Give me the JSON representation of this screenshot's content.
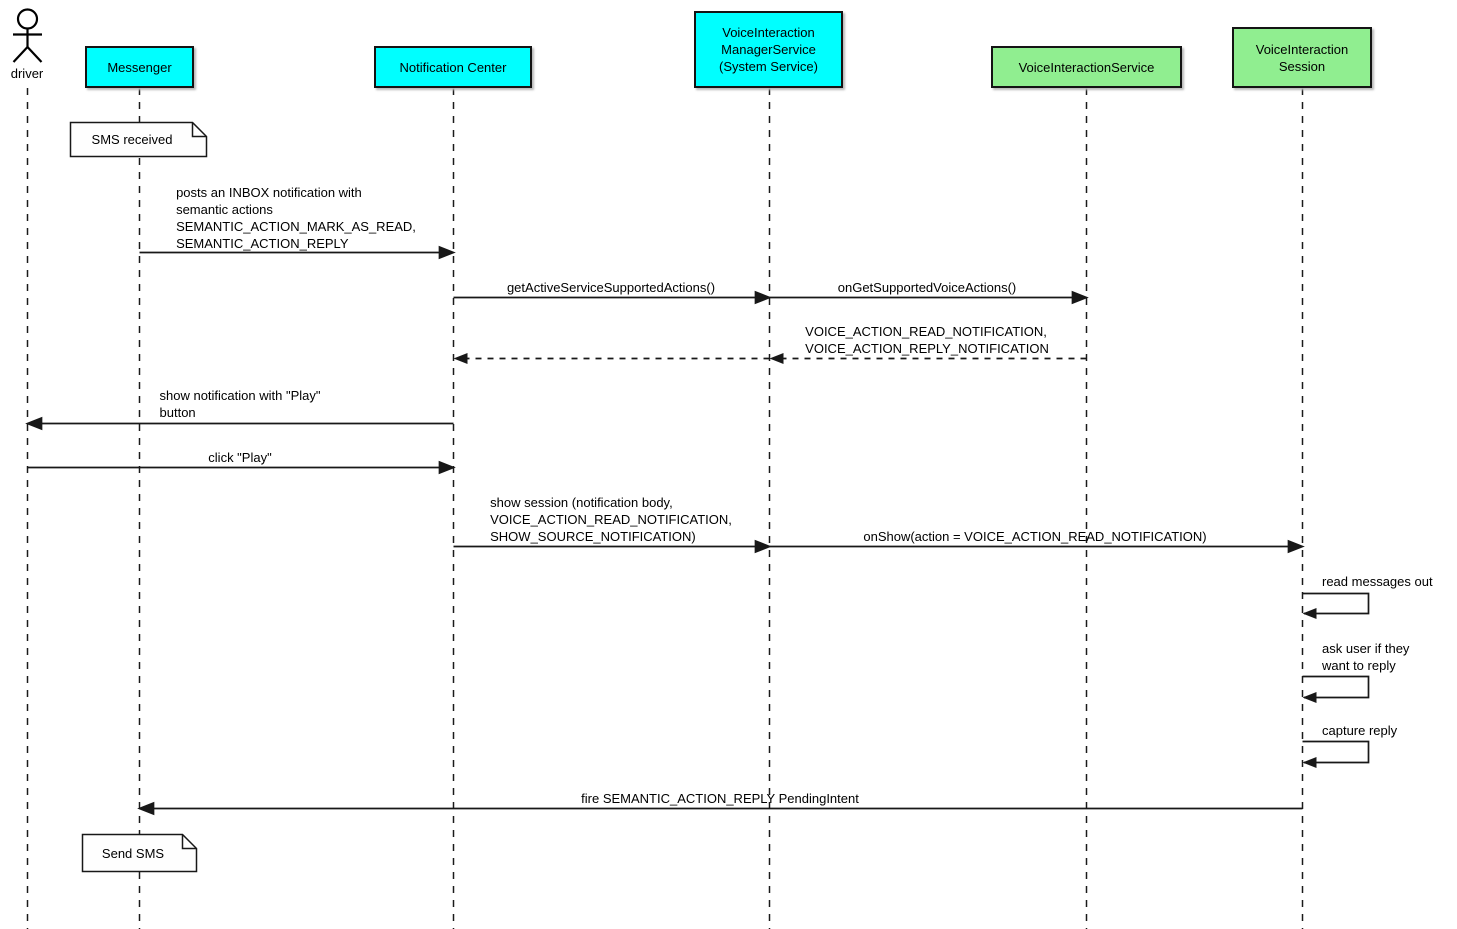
{
  "diagram": {
    "type": "uml-sequence-diagram",
    "colors": {
      "system_participant_fill": "#00ffff",
      "service_participant_fill": "#90ee90",
      "border": "#141414",
      "note_fill": "#fefefe",
      "background": "#ffffff"
    },
    "actor": {
      "label": "driver"
    },
    "participants": [
      {
        "label": "Messenger",
        "kind": "system"
      },
      {
        "label": "Notification Center",
        "kind": "system"
      },
      {
        "label": "VoiceInteraction\nManagerService\n(System Service)",
        "kind": "system"
      },
      {
        "label": "VoiceInteractionService",
        "kind": "service"
      },
      {
        "label": "VoiceInteraction\nSession",
        "kind": "service"
      }
    ],
    "notes": [
      {
        "label": "SMS received",
        "anchor": "Messenger"
      },
      {
        "label": "Send SMS",
        "anchor": "Messenger"
      }
    ],
    "messages": [
      {
        "from": "Messenger",
        "to": "Notification Center",
        "kind": "call",
        "label": "posts an INBOX notification with\nsemantic actions\nSEMANTIC_ACTION_MARK_AS_READ,\nSEMANTIC_ACTION_REPLY"
      },
      {
        "from": "Notification Center",
        "to": "VoiceInteractionManagerService",
        "kind": "call",
        "label": "getActiveServiceSupportedActions()"
      },
      {
        "from": "VoiceInteractionManagerService",
        "to": "VoiceInteractionService",
        "kind": "call",
        "label": "onGetSupportedVoiceActions()"
      },
      {
        "from": "VoiceInteractionService",
        "to": "VoiceInteractionManagerService",
        "kind": "return",
        "label": "VOICE_ACTION_READ_NOTIFICATION,\nVOICE_ACTION_REPLY_NOTIFICATION"
      },
      {
        "from": "VoiceInteractionManagerService",
        "to": "Notification Center",
        "kind": "return",
        "label": ""
      },
      {
        "from": "Notification Center",
        "to": "driver",
        "kind": "call",
        "label": "show notification with \"Play\"\nbutton"
      },
      {
        "from": "driver",
        "to": "Notification Center",
        "kind": "call",
        "label": "click \"Play\""
      },
      {
        "from": "Notification Center",
        "to": "VoiceInteractionManagerService",
        "kind": "call",
        "label": "show session (notification body,\nVOICE_ACTION_READ_NOTIFICATION,\nSHOW_SOURCE_NOTIFICATION)"
      },
      {
        "from": "VoiceInteractionManagerService",
        "to": "VoiceInteractionSession",
        "kind": "call",
        "label": "onShow(action = VOICE_ACTION_READ_NOTIFICATION)"
      },
      {
        "from": "VoiceInteractionSession",
        "to": "VoiceInteractionSession",
        "kind": "self",
        "label": "read messages out"
      },
      {
        "from": "VoiceInteractionSession",
        "to": "VoiceInteractionSession",
        "kind": "self",
        "label": "ask user if they\nwant to reply"
      },
      {
        "from": "VoiceInteractionSession",
        "to": "VoiceInteractionSession",
        "kind": "self",
        "label": "capture reply"
      },
      {
        "from": "VoiceInteractionSession",
        "to": "Messenger",
        "kind": "call",
        "label": "fire SEMANTIC_ACTION_REPLY PendingIntent"
      }
    ]
  }
}
